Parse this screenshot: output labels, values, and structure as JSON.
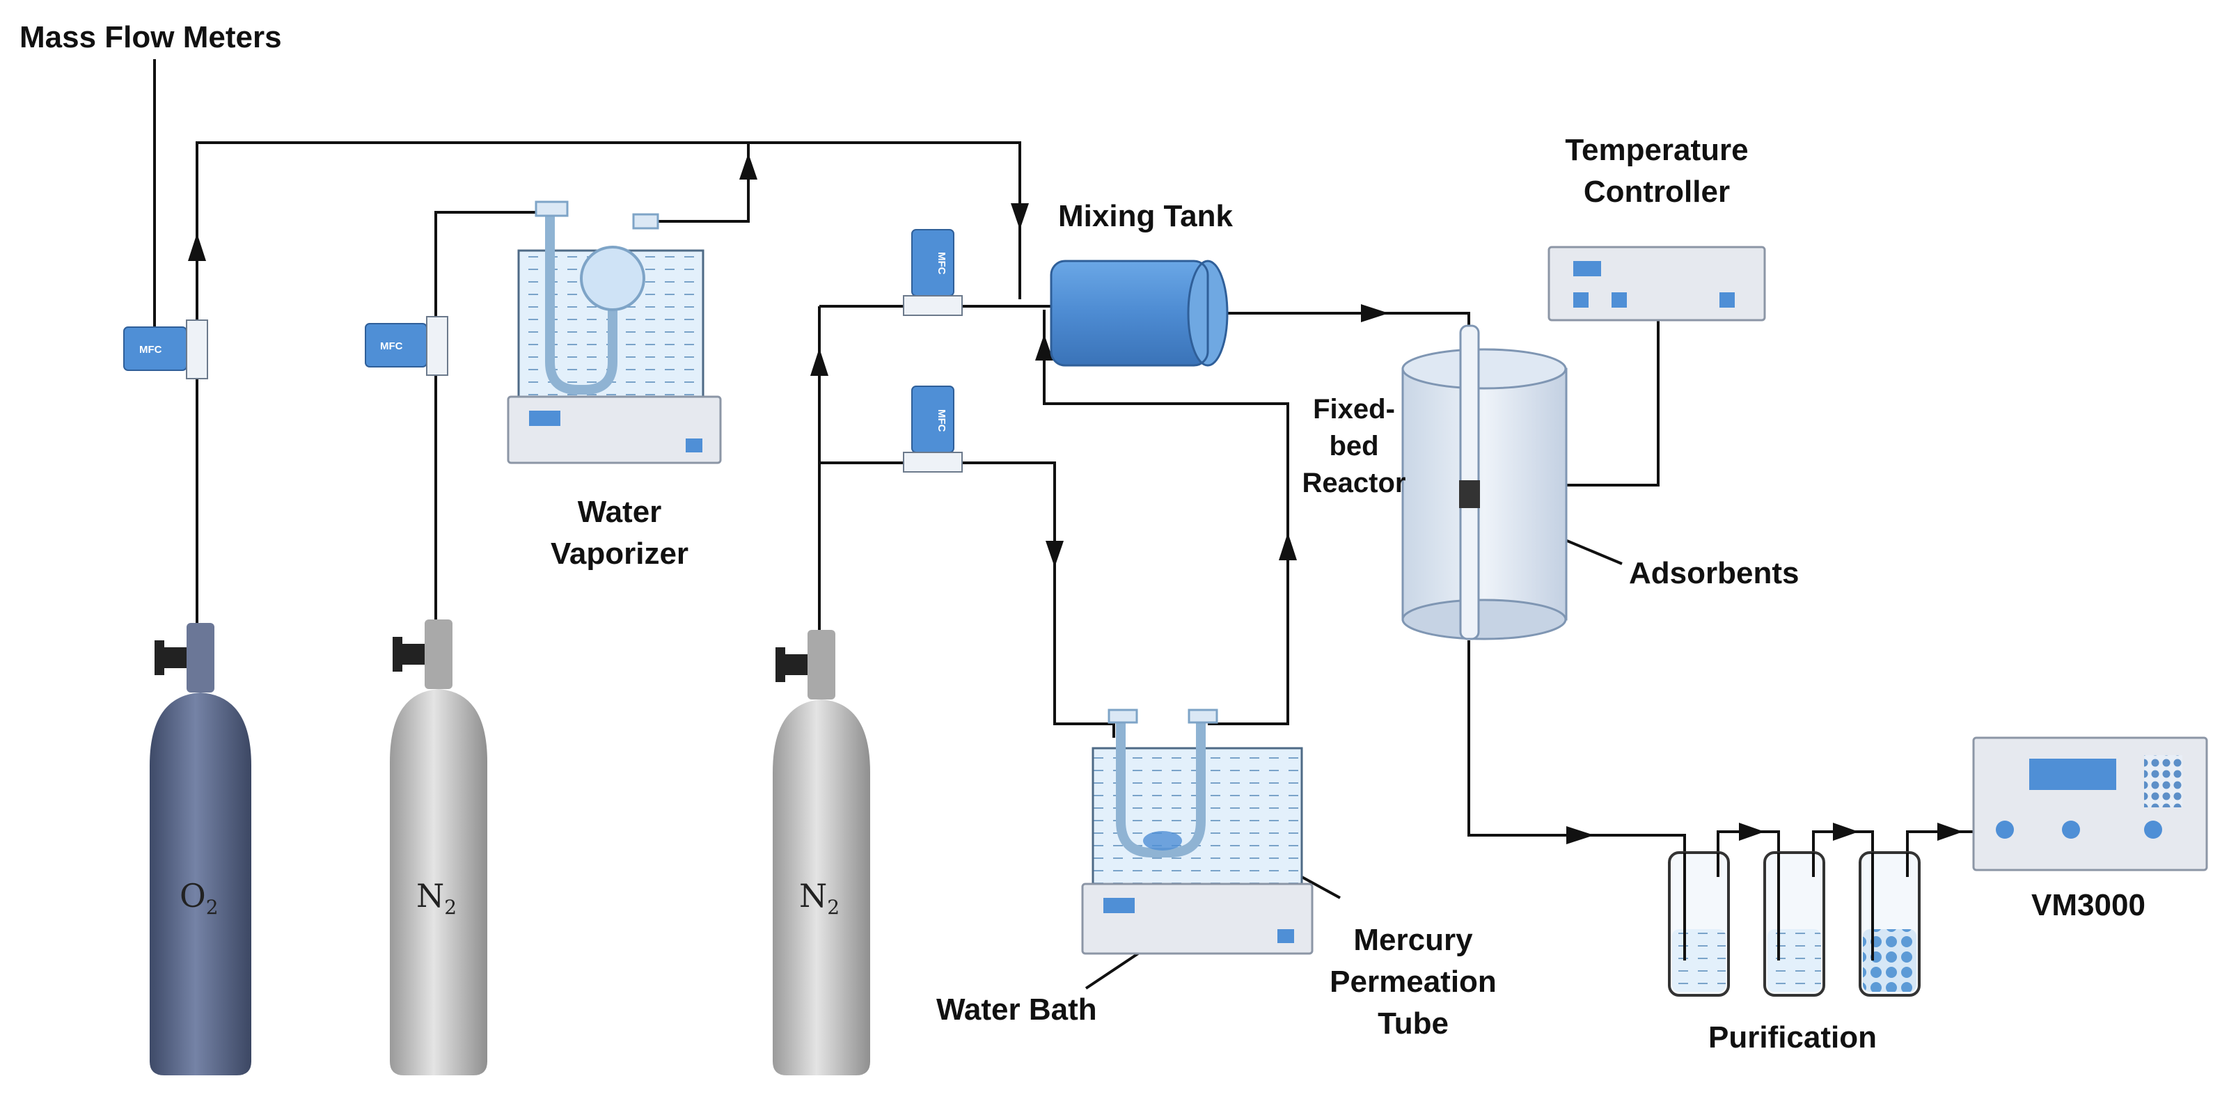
{
  "labels": {
    "mass_flow_meters": "Mass Flow Meters",
    "mixing_tank": "Mixing Tank",
    "temperature_controller_1": "Temperature",
    "temperature_controller_2": "Controller",
    "water_vaporizer_1": "Water",
    "water_vaporizer_2": "Vaporizer",
    "fixed_bed_1": "Fixed-",
    "fixed_bed_2": "bed",
    "fixed_bed_3": "Reactor",
    "adsorbents": "Adsorbents",
    "mercury_1": "Mercury",
    "mercury_2": "Permeation",
    "mercury_3": "Tube",
    "water_bath": "Water Bath",
    "purification": "Purification",
    "analyzer": "VM3000"
  },
  "cylinders": [
    {
      "symbol": "O",
      "subscript": "2"
    },
    {
      "symbol": "N",
      "subscript": "2"
    },
    {
      "symbol": "N",
      "subscript": "2"
    }
  ],
  "mfc_text": "MFC",
  "colors": {
    "line": "#111111",
    "equipment_blue": "#4f8fd6",
    "equipment_gray": "#e6e9ef",
    "water": "#dcecfa",
    "o2_cylinder": "#5b6786",
    "n2_cylinder": "#bdbdbd"
  }
}
